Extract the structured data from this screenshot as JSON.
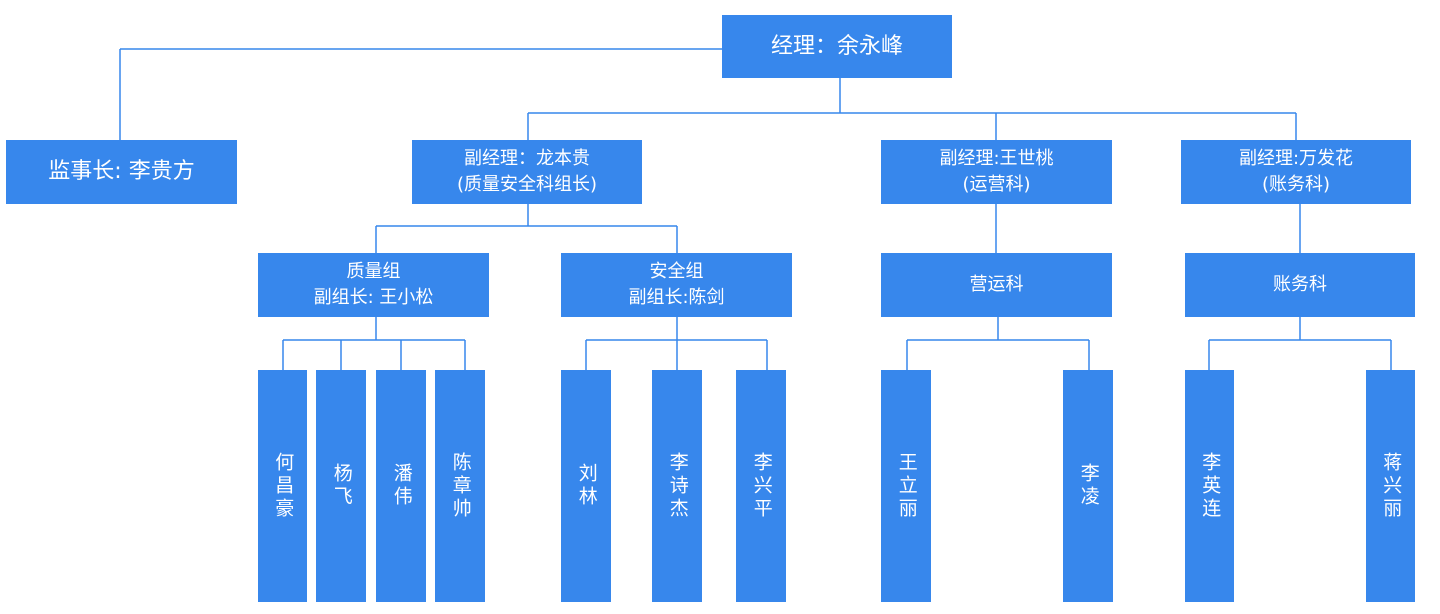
{
  "org_chart": {
    "manager": "经理：余永峰",
    "supervisor": "监事长: 李贵方",
    "deputy_long": {
      "line1": "副经理：龙本贵",
      "line2": "(质量安全科组长)"
    },
    "deputy_wang": {
      "line1": "副经理:王世桃",
      "line2": "(运营科)"
    },
    "deputy_wan": {
      "line1": "副经理:万发花",
      "line2": "(账务科)"
    },
    "quality_group": {
      "line1": "质量组",
      "line2": "副组长: 王小松"
    },
    "safety_group": {
      "line1": "安全组",
      "line2": "副组长:陈剑"
    },
    "operations_dept": "营运科",
    "accounts_dept": "账务科",
    "quality_members": [
      "何昌豪",
      "杨飞",
      "潘伟",
      "陈章帅"
    ],
    "safety_members": [
      "刘林",
      "李诗杰",
      "李兴平"
    ],
    "operations_members": [
      "王立丽",
      "李凌"
    ],
    "accounts_members": [
      "李英连",
      "蒋兴丽"
    ]
  }
}
